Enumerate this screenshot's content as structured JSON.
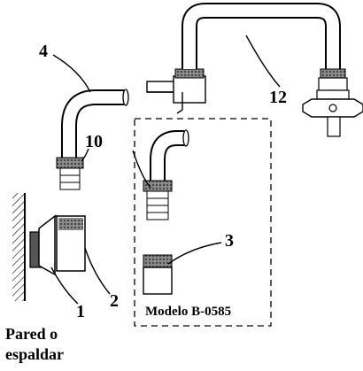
{
  "diagram": {
    "callouts": {
      "one": "1",
      "two": "2",
      "three": "3",
      "four": "4",
      "ten": "10",
      "twelve": "12"
    },
    "wall_label_line1": "Pared o",
    "wall_label_line2": "espaldar",
    "model_label": "Modelo B-0585"
  },
  "colors": {
    "stroke": "#000000",
    "fill": "#ffffff",
    "thread_dark": "#444444",
    "thread_gray": "#8a8a8a"
  }
}
